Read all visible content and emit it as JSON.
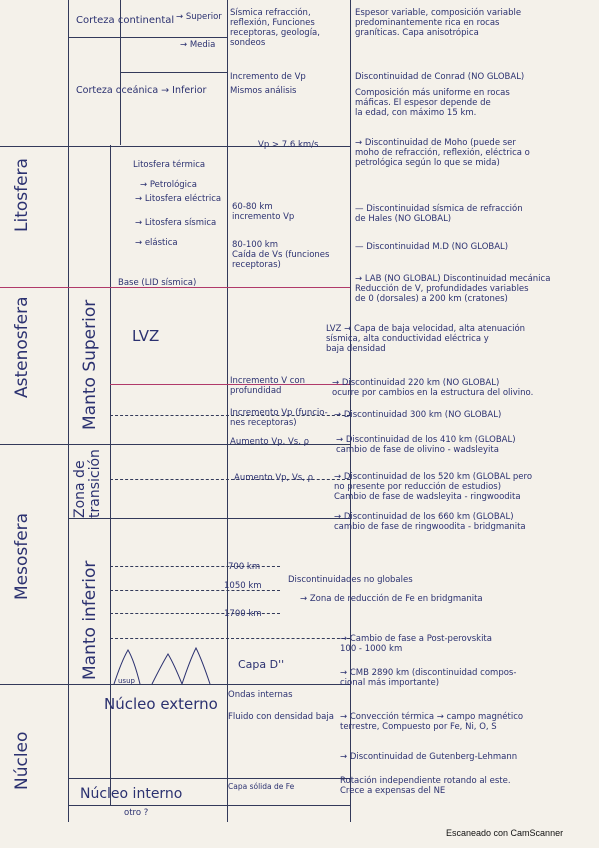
{
  "col_outer": {
    "litosfera": "Litosfera",
    "astenosfera": "Astenosfera",
    "mesosfera": "Mesosfera",
    "nucleo": "Núcleo"
  },
  "col_mid": {
    "manto_superior": "Manto Superior",
    "zona_transicion": "Zona de\ntransición",
    "manto_inferior": "Manto inferior"
  },
  "layers": {
    "corteza_continental": "Corteza continental",
    "superior": "→ Superior",
    "media": "→ Media",
    "corteza_oceanica": "Corteza oceánica → Inferior",
    "litosfera_termica": "Litosfera térmica",
    "petrologica": "→ Petrológica",
    "litosfera_electrica": "→ Litosfera eléctrica",
    "litosfera_sismica": "→ Litosfera sísmica",
    "elastica": "→ elástica",
    "base": "Base (LID sísmica)",
    "lvz": "LVZ",
    "capa_d": "Capa D''",
    "usup": "usup",
    "nucleo_externo": "Núcleo externo",
    "nucleo_interno": "Núcleo interno",
    "otro": "otro ?"
  },
  "col_props": {
    "p1": "Sísmica refracción,\nreflexión, Funciones\nreceptoras, geología,\nsondeos",
    "p2": "Incremento de Vp",
    "p3": "Mismos análisis",
    "p4": "Vp > 7.6 km/s",
    "p5": "60-80 km\nincremento Vp",
    "p6": "80-100 km\nCaída de Vs (funciones\nreceptoras)",
    "p7": "Incremento V con\nprofundidad",
    "p8": "Incremento Vp (funcio-\nnes receptoras)",
    "p9": "Aumento Vp, Vs, ρ",
    "p10": "Aumento Vp, Vs, ρ",
    "p11": "700 km",
    "p12": "1050 km",
    "p13": "1700 km",
    "p14": "Ondas internas",
    "p15": "Fluido con densidad baja",
    "p16": "Capa sólida de Fe"
  },
  "col_desc": {
    "d1": "Espesor variable, composición variable\npredominantemente rica en rocas\ngraníticas. Capa anisotrópica",
    "d2": "Discontinuidad de Conrad (NO GLOBAL)",
    "d3": "Composición más uniforme en rocas\nmáficas. El espesor depende de\nla edad, con máximo 15 km.",
    "d4": "→ Discontinuidad de Moho (puede ser\nmoho de refracción, reflexión, eléctrica o\npetrológica según lo que se mida)",
    "d5": "— Discontinuidad sísmica de refracción\nde Hales (NO GLOBAL)",
    "d6": "— Discontinuidad M.D (NO GLOBAL)",
    "d7": "→ LAB (NO GLOBAL) Discontinuidad mecánica\nReducción de V, profundidades variables\nde 0 (dorsales) a 200 km (cratones)",
    "d8": "LVZ → Capa de baja velocidad, alta atenuación\nsísmica, alta conductividad eléctrica y\nbaja densidad",
    "d9": "→ Discontinuidad 220 km (NO GLOBAL)\nocurre por cambios en la estructura del olivino.",
    "d10": "→ Discontinuidad 300 km (NO GLOBAL)",
    "d11": "→ Discontinuidad de los 410 km (GLOBAL)\ncambio de fase de olivino - wadsleyita",
    "d12": "→ Discontinuidad de los 520 km (GLOBAL pero\nno presente por reducción de estudios)\nCambio de fase de wadsleyita - ringwoodita",
    "d13": "→ Discontinuidad de los 660 km (GLOBAL)\ncambio de fase de ringwoodita - bridgmanita",
    "d14": "Discontinuidades no globales",
    "d15": "→ Zona de reducción de Fe en bridgmanita",
    "d16": "→ Cambio de fase a Post-perovskita\n100 - 1000 km",
    "d17": "→ CMB 2890 km (discontinuidad compos-\ncional más importante)",
    "d18": "→ Convección térmica → campo magnético\nterrestre, Compuesto por Fe, Ni, O, S",
    "d19": "→ Discontinuidad de Gutenberg-Lehmann",
    "d20": "Rotación independiente rotando al este.\nCrece a expensas del NE"
  },
  "footer": "Escaneado con CamScanner"
}
